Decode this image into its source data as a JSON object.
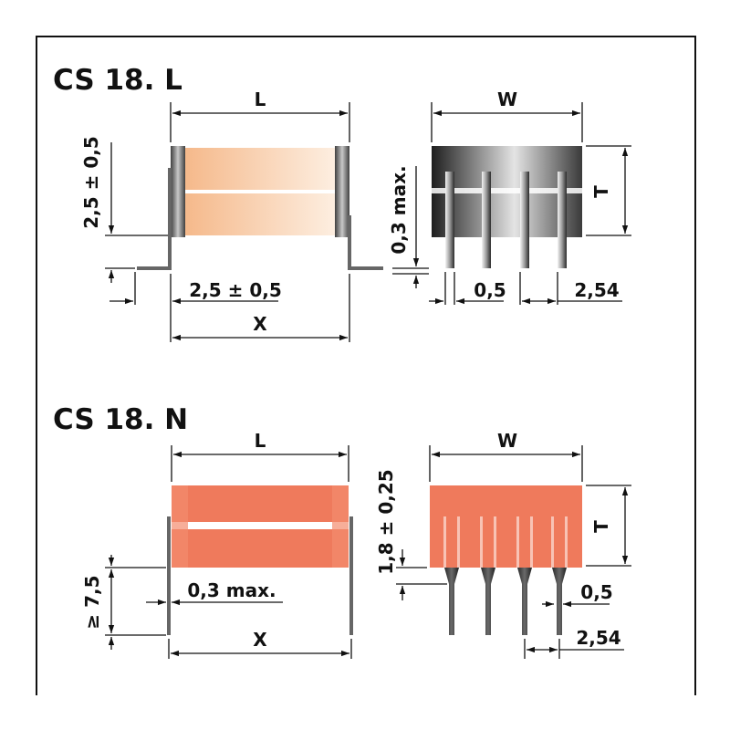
{
  "frame": {
    "border_color": "#111111"
  },
  "sections": {
    "upper": {
      "title": "CS 18. L",
      "side_view": {
        "dim_length": "L",
        "dim_height": "2,5 ± 0,5",
        "dim_lead": "2,5 ± 0,5",
        "dim_overall": "X",
        "body_color": "#f7caa0",
        "cap_color": "#555555"
      },
      "end_view": {
        "dim_width": "W",
        "dim_thickness": "T",
        "dim_clearance": "0,3 max.",
        "dim_pin_width": "0,5",
        "dim_pitch": "2,54",
        "body_color": "#3a3a3a",
        "pin_count": 4
      }
    },
    "lower": {
      "title": "CS 18. N",
      "side_view": {
        "dim_length": "L",
        "dim_lead_length": "≥ 7,5",
        "dim_lead_dia": "0,3 max.",
        "dim_overall": "X",
        "body_color": "#ee7a5c"
      },
      "end_view": {
        "dim_width": "W",
        "dim_thickness": "T",
        "dim_standoff": "1,8 ± 0,25",
        "dim_pin_width": "0,5",
        "dim_pitch": "2,54",
        "body_color": "#ee7a5c",
        "pin_count": 4
      }
    }
  }
}
